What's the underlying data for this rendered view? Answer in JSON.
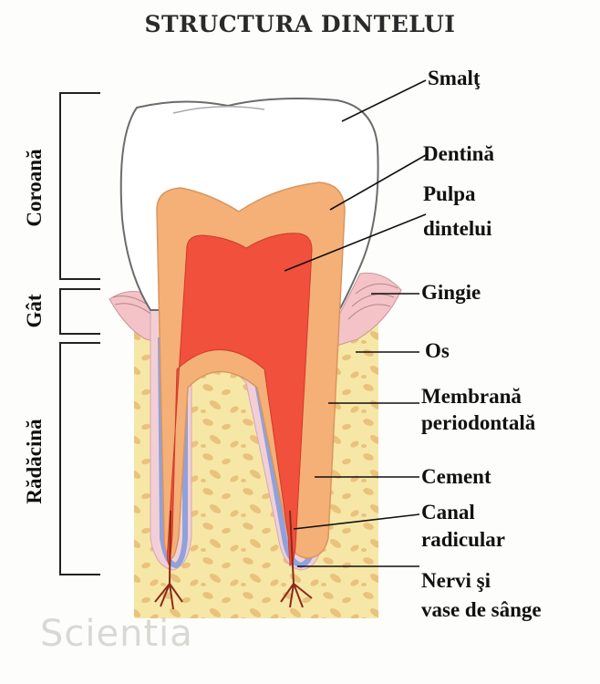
{
  "title": "STRUCTURA DINTELUI",
  "labels": {
    "smalt": "Smalţ",
    "dentina": "Dentină",
    "pulpa_line1": "Pulpa",
    "pulpa_line2": "dintelui",
    "gingie": "Gingie",
    "os": "Os",
    "membrana_line1": "Membrană",
    "membrana_line2": "periodontală",
    "cement": "Cement",
    "canal_line1": "Canal",
    "canal_line2": "radicular",
    "nervi_line1": "Nervi şi",
    "nervi_line2": "vase de sânge"
  },
  "regions": {
    "coroana": "Coroană",
    "gat": "Gât",
    "radacina": "Rădăcină"
  },
  "watermark": "Scientia",
  "colors": {
    "enamel": "#ffffff",
    "dentin": "#f5b078",
    "pulp": "#f0503c",
    "bone": "#f7e7a6",
    "bone_spots": "#e9c27e",
    "gum": "#f3c3c7",
    "cement": "#f2cfd6",
    "membrane": "#8fa2db"
  }
}
